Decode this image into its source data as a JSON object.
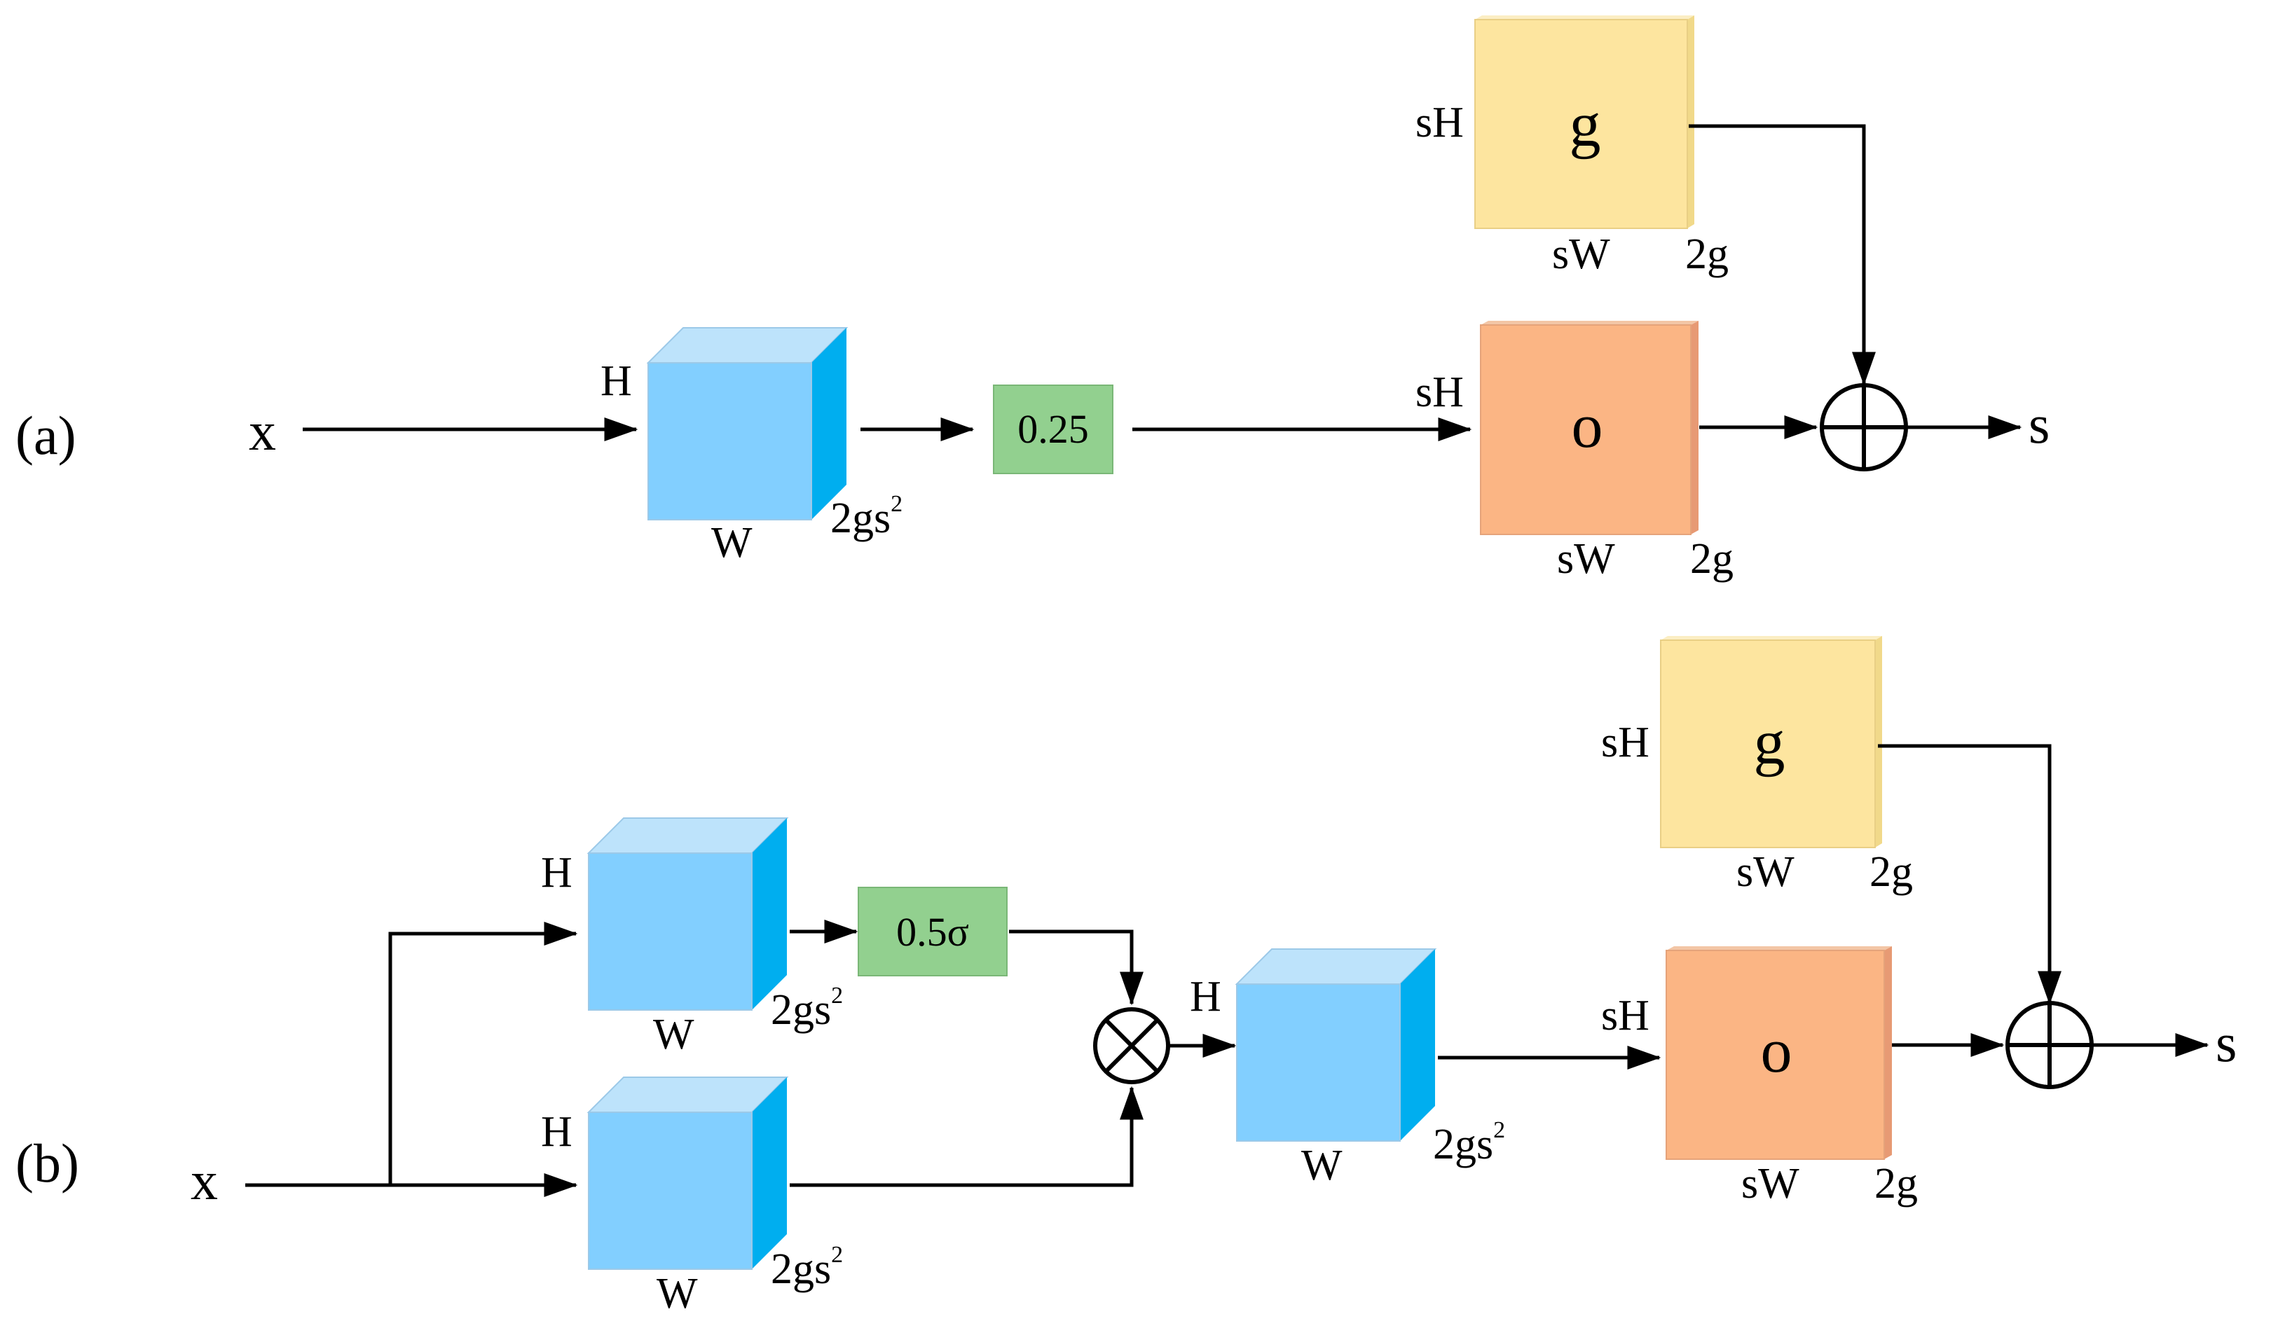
{
  "panel_a": {
    "label": "(a)",
    "input": "x",
    "output": "s",
    "conv": {
      "height": "H",
      "width": "W",
      "channels": "2gs",
      "channels_exp": "2"
    },
    "scale": "0.25",
    "offset": {
      "letter": "o",
      "height": "sH",
      "width": "sW",
      "channels": "2g"
    },
    "grid": {
      "letter": "g",
      "height": "sH",
      "width": "sW",
      "channels": "2g"
    }
  },
  "panel_b": {
    "label": "(b)",
    "input": "x",
    "output": "s",
    "conv_top": {
      "height": "H",
      "width": "W",
      "channels": "2gs",
      "channels_exp": "2"
    },
    "conv_bottom": {
      "height": "H",
      "width": "W",
      "channels": "2gs",
      "channels_exp": "2"
    },
    "conv_mid": {
      "height": "H",
      "width": "W",
      "channels": "2gs",
      "channels_exp": "2"
    },
    "scale": "0.5σ",
    "offset": {
      "letter": "o",
      "height": "sH",
      "width": "sW",
      "channels": "2g"
    },
    "grid": {
      "letter": "g",
      "height": "sH",
      "width": "sW",
      "channels": "2g"
    }
  },
  "colors": {
    "cube_front": "#82CFFF",
    "cube_top": "#BDE3FB",
    "cube_side": "#00AEEF",
    "scale_box": "#92D08F",
    "offset_box": "#FBB584",
    "grid_box": "#FDE59F",
    "wire": "#000000"
  }
}
